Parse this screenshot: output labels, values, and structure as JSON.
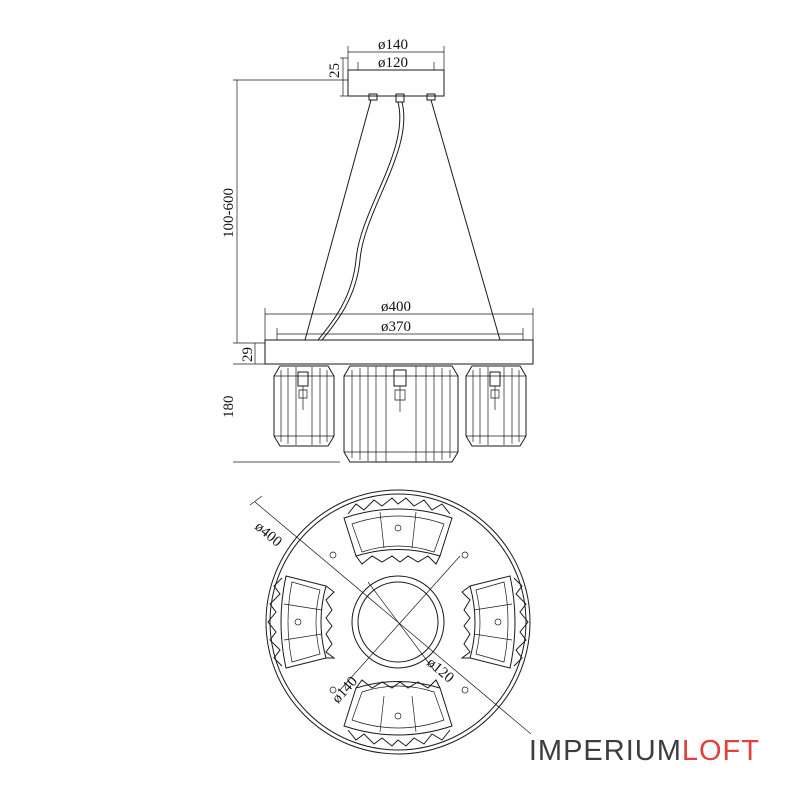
{
  "side_view": {
    "canopy_outer_diameter": "ø140",
    "canopy_inner_diameter": "ø120",
    "canopy_height": "25",
    "suspension_length": "100-600",
    "ring_outer_diameter": "ø400",
    "ring_inner_diameter": "ø370",
    "ring_height": "29",
    "shade_height": "180"
  },
  "top_view": {
    "outer_diameter": "ø400",
    "canopy_outer_diameter": "ø140",
    "canopy_inner_diameter": "ø120"
  },
  "logo": {
    "part1": "IMPERIUM",
    "part2": "LOFT"
  },
  "colors": {
    "line": "#1a1a1a",
    "logo_gray": "#3d3d3d",
    "logo_red": "#e0413a"
  }
}
